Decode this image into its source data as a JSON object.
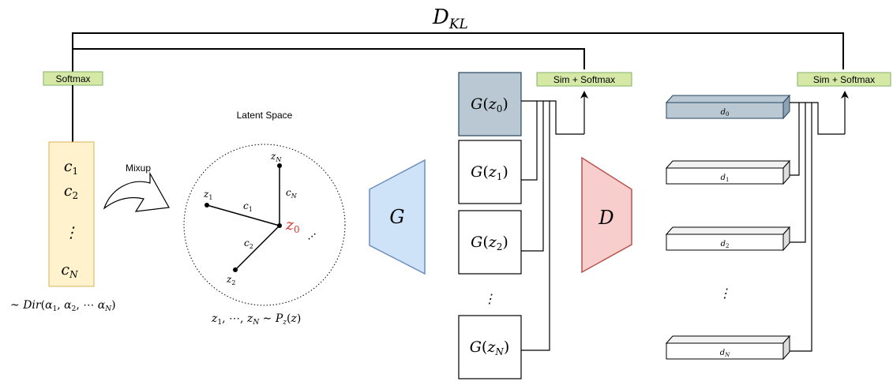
{
  "title": "D_KL",
  "softmax_label": "Softmax",
  "sim_softmax_left": "Sim + Softmax",
  "sim_softmax_right": "Sim + Softmax",
  "coeff_items": [
    "c_1",
    "c_2",
    "⋮",
    "c_N"
  ],
  "dirichlet": "~ Dir(α_1, α_2, ⋯ α_N)",
  "mixup_label": "Mixup",
  "latent_space_label": "Latent Space",
  "latent": {
    "z1": "z_1",
    "z2": "z_2",
    "zN": "z_N",
    "z0": "z_0",
    "c1": "c_1",
    "c2": "c_2",
    "cN": "c_N",
    "prior": "z_1, ⋯, z_N ~ P_z(z)"
  },
  "generator_label": "G",
  "discriminator_label": "D",
  "gen_outputs": [
    "G(z_0)",
    "G(z_1)",
    "G(z_2)",
    "⋮",
    "G(z_N)"
  ],
  "disc_features": [
    "d_0",
    "d_1",
    "d_2",
    "⋮",
    "d_N"
  ],
  "colors": {
    "softmax_fill": "#d5e8a6",
    "softmax_stroke": "#82b366",
    "coeff_fill": "#fff2cc",
    "coeff_stroke": "#d6b656",
    "generator_fill": "#cfe3f8",
    "generator_stroke": "#6c8ebf",
    "discriminator_fill": "#f8cecc",
    "discriminator_stroke": "#b85450",
    "anchor_fill": "#bac8d3",
    "anchor_stroke": "#23445d",
    "z0_color": "#d9342b"
  }
}
